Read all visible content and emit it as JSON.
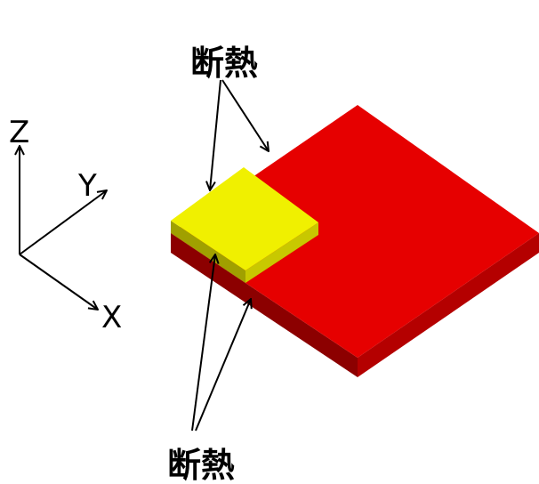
{
  "axes": {
    "z_label": "Z",
    "y_label": "Y",
    "x_label": "X"
  },
  "annotations": {
    "top_label": "断熱",
    "bottom_label": "断熱"
  },
  "colors": {
    "plate_top": "#e60000",
    "plate_side_right": "#b40000",
    "plate_side_front": "#8c0000",
    "block_top": "#f0f000",
    "block_side_right": "#c8c800",
    "block_side_front": "#a0a000",
    "line": "#000000"
  }
}
